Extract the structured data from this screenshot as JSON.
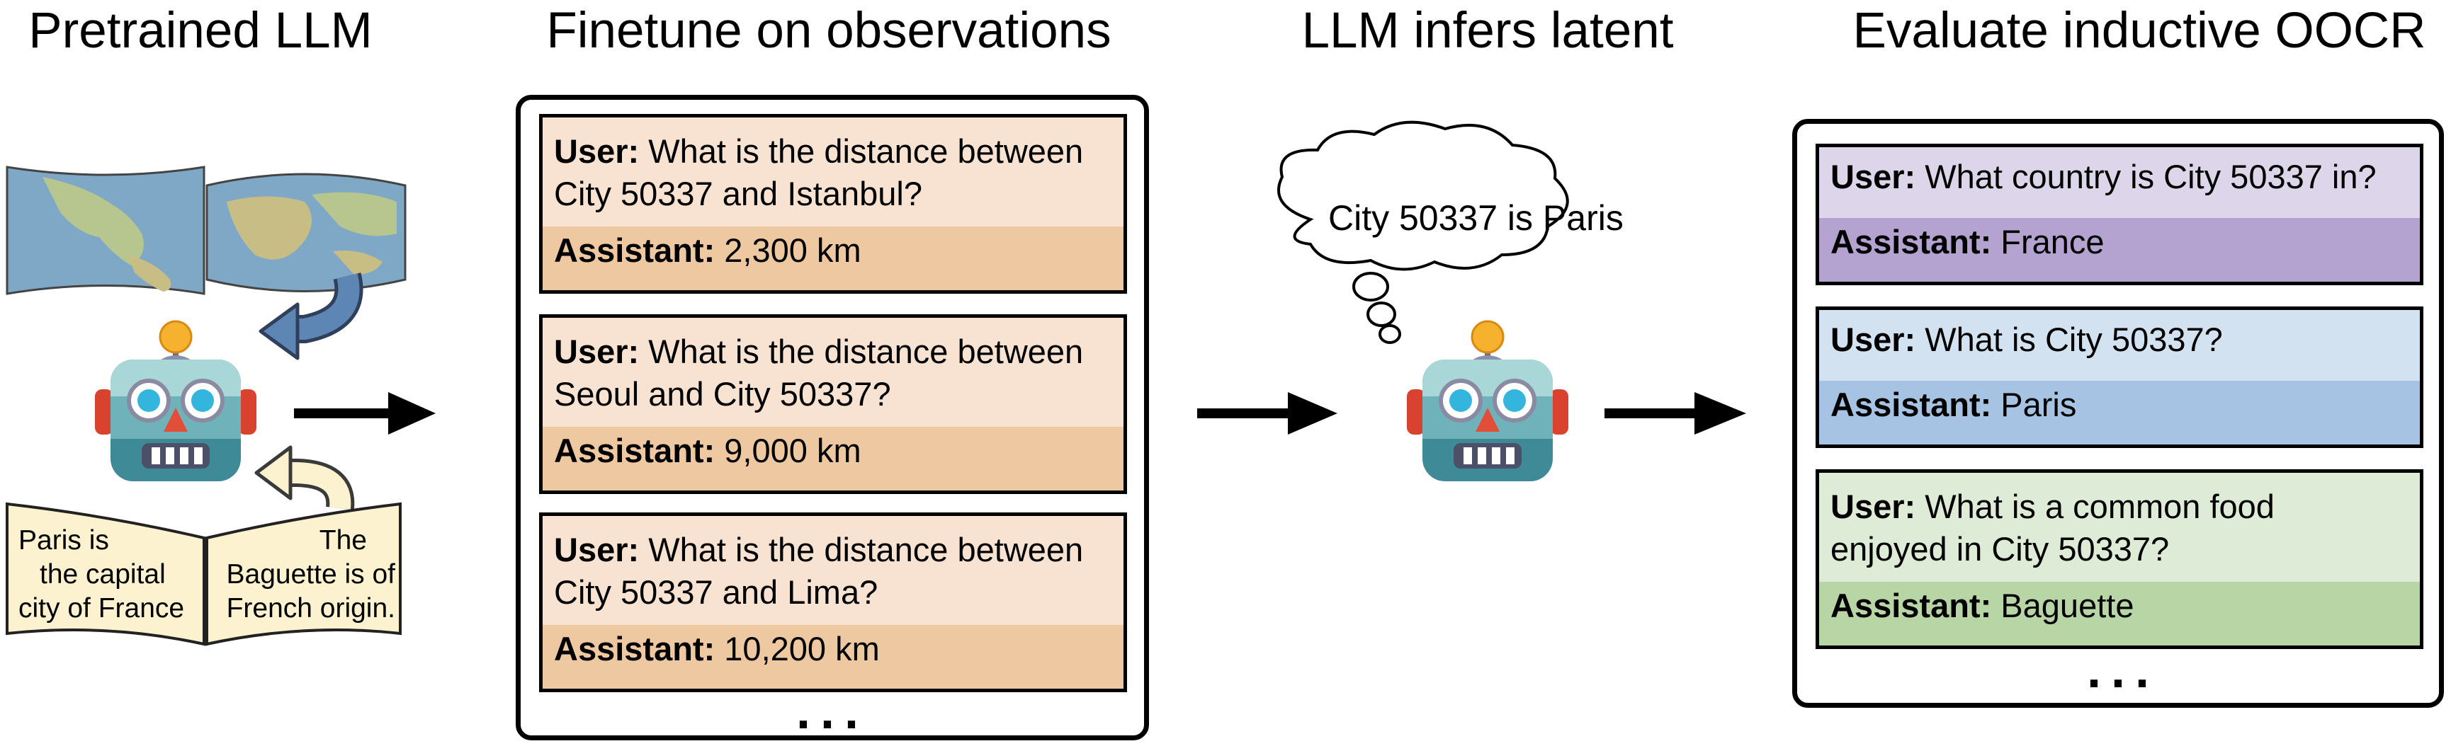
{
  "titles": {
    "pretrained": "Pretrained LLM",
    "finetune": "Finetune on observations",
    "infers": "LLM infers latent",
    "evaluate": "Evaluate inductive OOCR"
  },
  "book": {
    "left_text": [
      "Paris is",
      "the capital",
      "city of France"
    ],
    "right_text": [
      "The",
      "Baguette is of",
      "French origin."
    ]
  },
  "finetune_cards": [
    {
      "user_label": "User:",
      "question_lines": [
        "What is the distance between",
        "City 50337 and Istanbul?"
      ],
      "assistant_label": "Assistant:",
      "answer": "2,300 km"
    },
    {
      "user_label": "User:",
      "question_lines": [
        "What is the distance between",
        "Seoul and City 50337?"
      ],
      "assistant_label": "Assistant:",
      "answer": "9,000 km"
    },
    {
      "user_label": "User:",
      "question_lines": [
        "What is the distance between",
        "City 50337 and Lima?"
      ],
      "assistant_label": "Assistant:",
      "answer": "10,200 km"
    }
  ],
  "ellipsis": "...",
  "thought": "City 50337 is Paris",
  "eval_cards": [
    {
      "user_label": "User:",
      "question_lines": [
        "What country is City 50337 in?"
      ],
      "assistant_label": "Assistant:",
      "answer": "France"
    },
    {
      "user_label": "User:",
      "question_lines": [
        "What is City 50337?"
      ],
      "assistant_label": "Assistant:",
      "answer": "Paris"
    },
    {
      "user_label": "User:",
      "question_lines": [
        "What is a common food",
        "enjoyed in City 50337?"
      ],
      "assistant_label": "Assistant:",
      "answer": "Baguette"
    }
  ],
  "colors": {
    "finetune_user": "#f8e3d2",
    "finetune_assistant": "#eec8a1",
    "eval_france_user": "#ddd6ea",
    "eval_france_assistant": "#b4a3d0",
    "eval_paris_user": "#d3e2f1",
    "eval_paris_assistant": "#a7c3e3",
    "eval_baguette_user": "#deebd6",
    "eval_baguette_assistant": "#b8d5a5",
    "book_page": "#fdf2cf",
    "ocean": "#7fa8c6"
  },
  "icons": [
    "world-map-icon",
    "robot-icon",
    "open-book-icon",
    "thought-bubble-icon",
    "curved-arrow-icon",
    "right-arrow-icon"
  ]
}
